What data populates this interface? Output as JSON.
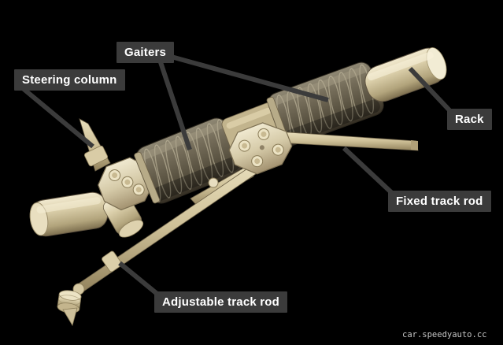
{
  "page": {
    "background_color": "#000000",
    "watermark": "car.speedyauto.cc"
  },
  "diagram": {
    "subject": "rack-and-pinion-steering-assembly",
    "label_background": "#3b3b3b",
    "label_text_color": "#ffffff",
    "leader_line_color": "#3b3b3b",
    "metal_color": "#d6c9a3",
    "gaiter_color": "#655d4b"
  },
  "labels": {
    "steering_column": "Steering column",
    "gaiters": "Gaiters",
    "rack": "Rack",
    "fixed_track_rod": "Fixed track rod",
    "adjustable_track_rod": "Adjustable track rod"
  }
}
